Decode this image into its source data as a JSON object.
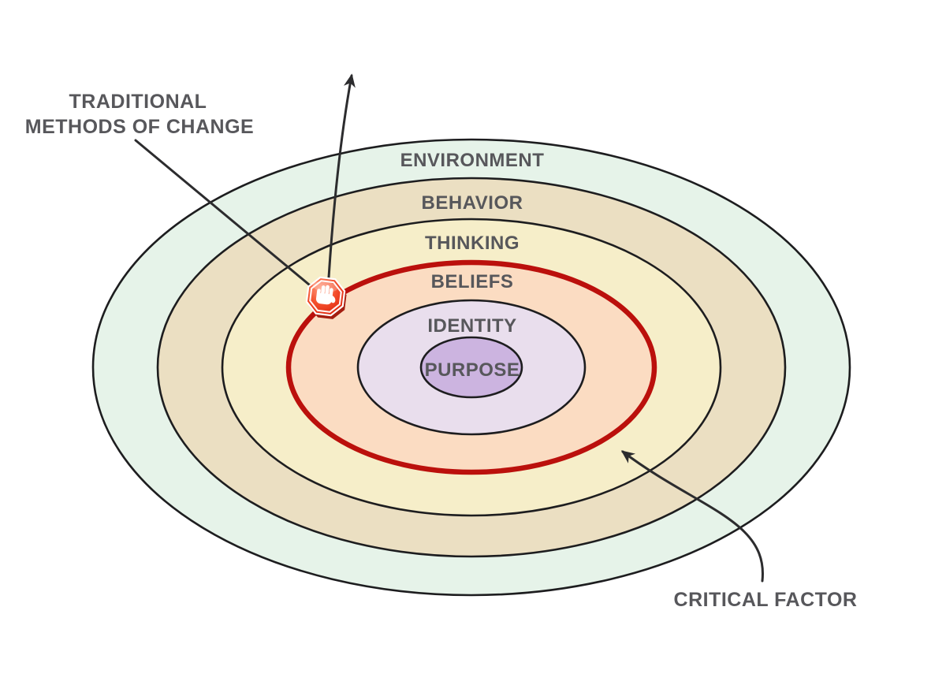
{
  "diagram": {
    "type": "concentric-ellipses",
    "background": "#ffffff",
    "rings": [
      {
        "label": "ENVIRONMENT",
        "fill": "#e6f3e9"
      },
      {
        "label": "BEHAVIOR",
        "fill": "#ebdfc2"
      },
      {
        "label": "THINKING",
        "fill": "#f6eec9"
      },
      {
        "label": "BELIEFS",
        "fill": "#fbdcc2",
        "border": "#bb100c"
      },
      {
        "label": "IDENTITY",
        "fill": "#e9deed"
      },
      {
        "label": "PURPOSE",
        "fill": "#ccb4e0"
      }
    ],
    "annotations": {
      "traditional_line1": "TRADITIONAL",
      "traditional_line2": "METHODS OF CHANGE",
      "critical_factor": "CRITICAL FACTOR"
    },
    "colors": {
      "label_text": "#57575b",
      "ring_outline": "#1d1d1f",
      "critical_ring": "#bb100c",
      "arrow": "#2c2c2e",
      "stop_icon": "#e82505"
    },
    "icons": {
      "stop_hand": "stop-hand-icon"
    }
  }
}
